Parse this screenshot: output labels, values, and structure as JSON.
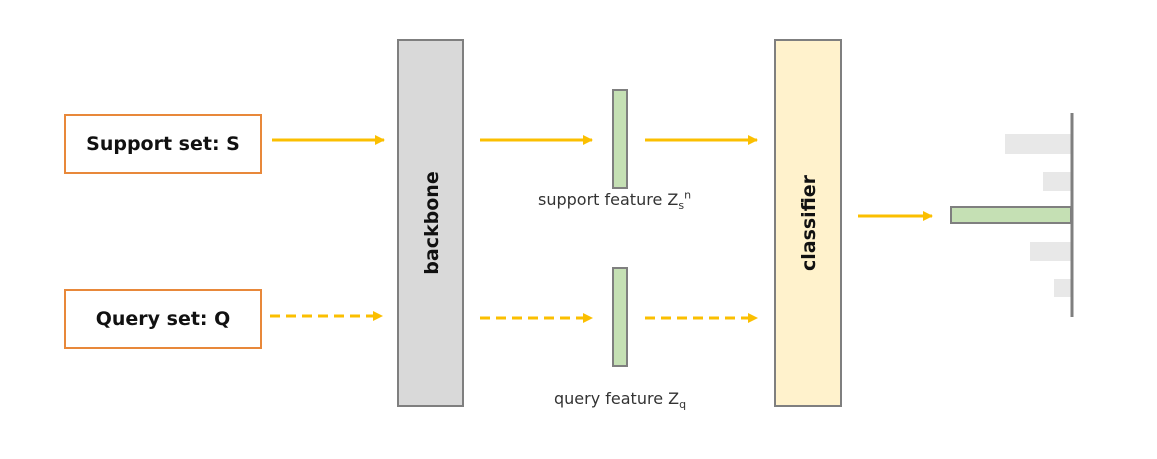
{
  "inputs": {
    "support_label": "Support set: S",
    "query_label": "Query set: Q"
  },
  "modules": {
    "backbone_label": "backbone",
    "classifier_label": "classifier"
  },
  "features": {
    "support": {
      "text": "support feature Z",
      "sub": "s",
      "sup": "n"
    },
    "query": {
      "text": "query feature Z",
      "sub": "q"
    }
  },
  "colors": {
    "arrow": "#fbbf00",
    "input_border": "#e8883a",
    "backbone_fill": "#d9d9d9",
    "classifier_fill": "#fff2cc",
    "feature_fill": "#c5e0b4",
    "score_gray": "#e8e8e8",
    "outline": "#7f7f7f"
  }
}
